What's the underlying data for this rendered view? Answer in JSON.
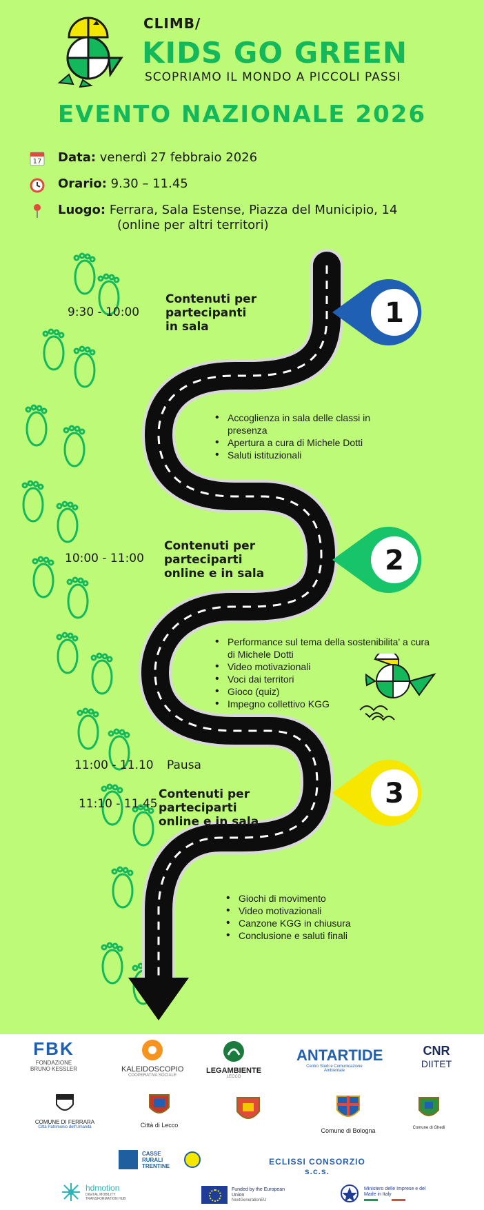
{
  "header": {
    "brand_small": "CLIMB/",
    "brand_big": "KIDS GO GREEN",
    "brand_sub": "SCOPRIAMO IL MONDO A PICCOLI PASSI",
    "event_title": "EVENTO NAZIONALE 2026"
  },
  "info": {
    "date_label": "Data:",
    "date_value": "venerdì 27 febbraio 2026",
    "time_label": "Orario:",
    "time_value": "9.30 – 11.45",
    "place_label": "Luogo:",
    "place_value": "Ferrara, Sala Estense, Piazza del Municipio, 14",
    "place_note": "(online per altri territori)",
    "calendar_day": "17"
  },
  "segments": [
    {
      "time": "9:30 - 10:00",
      "title_lines": [
        "Contenuti per",
        "partecipanti",
        "in sala"
      ],
      "number": "1",
      "color": "#1f5fb4",
      "bullets": [
        "Accoglienza in sala delle classi in presenza",
        "Apertura a cura di Michele Dotti",
        "Saluti istituzionali"
      ]
    },
    {
      "time": "10:00 - 11:00",
      "title_lines": [
        "Contenuti per",
        "parteciparti",
        "online e in sala"
      ],
      "number": "2",
      "color": "#18c46a",
      "bullets": [
        "Performance sul tema della sostenibilita' a cura di Michele Dotti",
        "Video motivazionali",
        "Voci dai territori",
        "Gioco (quiz)",
        "Impegno collettivo KGG"
      ]
    },
    {
      "time": "11:10 - 11.45",
      "title_lines": [
        "Contenuti per",
        "parteciparti",
        "online e in sala"
      ],
      "number": "3",
      "color": "#f6e600",
      "bullets": [
        "Giochi di movimento",
        "Video motivazionali",
        "Canzone KGG in chiusura",
        "Conclusione e saluti finali"
      ]
    }
  ],
  "pause": {
    "time": "11:00 - 11.10",
    "label": "Pausa"
  },
  "logos": {
    "fbk": "FONDAZIONE BRUNO KESSLER",
    "kaleidoscopio": "KALEIDOSCOPIO",
    "kaleidoscopio_sub": "COOPERATIVA SOCIALE",
    "legambiente": "LEGAMBIENTE",
    "legambiente_sub": "LECCO",
    "antartide": "ANTARTIDE",
    "antartide_sub": "Centro Studi e Comunicazione Ambientale",
    "cnr": "CNR",
    "cnr_sub": "DIITET",
    "ferrara": "COMUNE DI FERRARA",
    "ferrara_sub": "Città Patrimonio dell'Umanità",
    "lecco": "Città di Lecco",
    "bologna": "Comune di Bologna",
    "ghedi": "Comune di Ghedi",
    "casse": "CASSE RURALI TRENTINE",
    "eclissi": "ECLISSI CONSORZIO s.c.s.",
    "hdmotion": "hdmotion",
    "hdmotion_sub": "DIGITAL MOBILITY TRANSFORMATION HUB",
    "eu": "Funded by the European Union",
    "eu_sub": "NextGenerationEU",
    "mimit": "Ministero delle Imprese e del Made in Italy"
  }
}
